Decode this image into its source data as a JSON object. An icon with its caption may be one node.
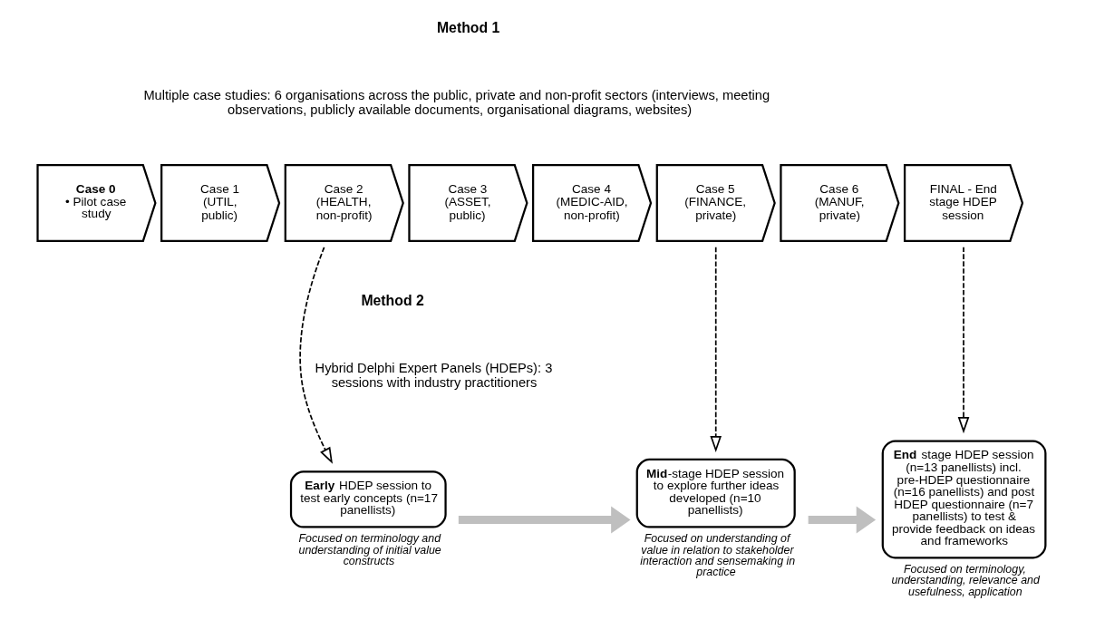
{
  "diagram": {
    "nodes": [
      {
        "text": [
          "Case 0",
          "• Pilot case study"
        ]
      },
      {
        "text": [
          "Case 1 (UTIL, public)"
        ]
      },
      {
        "text": [
          "Case 2 (HEALTH, non-profit)"
        ]
      },
      {
        "text": [
          "Case 3 (ASSET, public)"
        ]
      },
      {
        "text": [
          "Case 4 (MEDIC-AID, non-profit)"
        ]
      },
      {
        "text": [
          "Case 5 (FINANCE, private)"
        ]
      },
      {
        "text": [
          "Case 6 (MANUF, private)"
        ]
      },
      {
        "text": [
          "FINAL - End stage HDEP session"
        ]
      },
      {
        "text": [
          "**Early** HDEP session to test early concepts (n=17 panellists)"
        ],
        "beside": [
          "Focused on terminology and understanding of initial value constructs"
        ]
      },
      {
        "text": [
          "**Mid**-stage HDEP session to explore further ideas developed (n=10 panellists)"
        ],
        "beside": [
          "Focused on understanding of value in relation to stakeholder interaction and sensemaking in practice"
        ]
      },
      {
        "text": [
          "**End** stage HDEP session (n=13 panellists) incl. pre-HDEP questionnaire (n=16 panellists) and post HDEP questionnaire (n=7 panellists) to test & provide feedback on ideas and frameworks"
        ],
        "beside": [
          "Focused on terminology, understanding, relevance and usefulness, application"
        ]
      }
    ],
    "edges": [
      {
        "from": 2,
        "to": 8,
        "arrow": "to",
        "style": "dashed"
      },
      {
        "from": 5,
        "to": 9,
        "arrow": "to",
        "style": "dashed"
      },
      {
        "from": 7,
        "to": 10,
        "arrow": "to",
        "style": "dashed"
      },
      {
        "from": 8,
        "to": 9,
        "arrow": "to",
        "style": "thick",
        "color": "#bfbfbf"
      },
      {
        "from": 9,
        "to": 10,
        "arrow": "to",
        "style": "thick",
        "color": "#bfbfbf"
      }
    ],
    "labels": [
      "Method 1",
      "Multiple case studies: 6 organisations across the public, private and non-profit sectors (interviews, meeting observations, publicly available documents, organisational diagrams, websites)",
      "Method 2",
      "Hybrid Delphi Expert Panels (HDEPs): 3 sessions with industry practitioners"
    ]
  }
}
